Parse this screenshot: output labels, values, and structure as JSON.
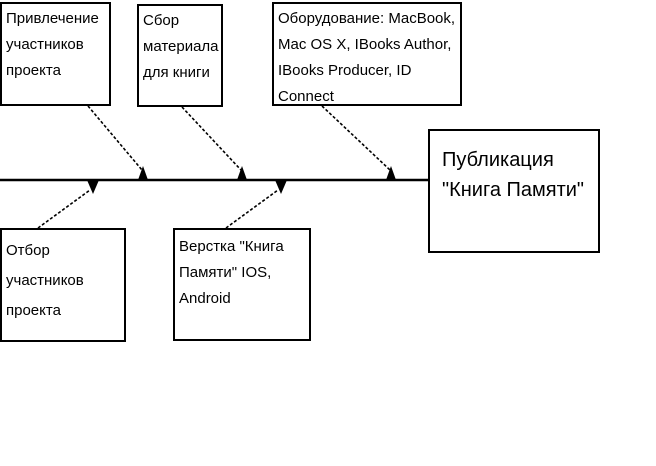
{
  "diagram": {
    "boxes": {
      "participants_recruit": "Привлечение\nучастников\nпроекта",
      "material_collection": "Сбор\nматериала\nдля книги",
      "equipment": "Оборудование: MacBook,\nMac OS X, IBooks Author,\nIBooks Producer, ID\nConnect",
      "publication": "Публикация\n\"Книга Памяти\"",
      "participants_select": "Отбор\nучастников\nпроекта",
      "layout": "Верстка \"Книга\nПамяти\" IOS,\nAndroid"
    },
    "colors": {
      "stroke": "#000000",
      "background": "#ffffff"
    }
  }
}
